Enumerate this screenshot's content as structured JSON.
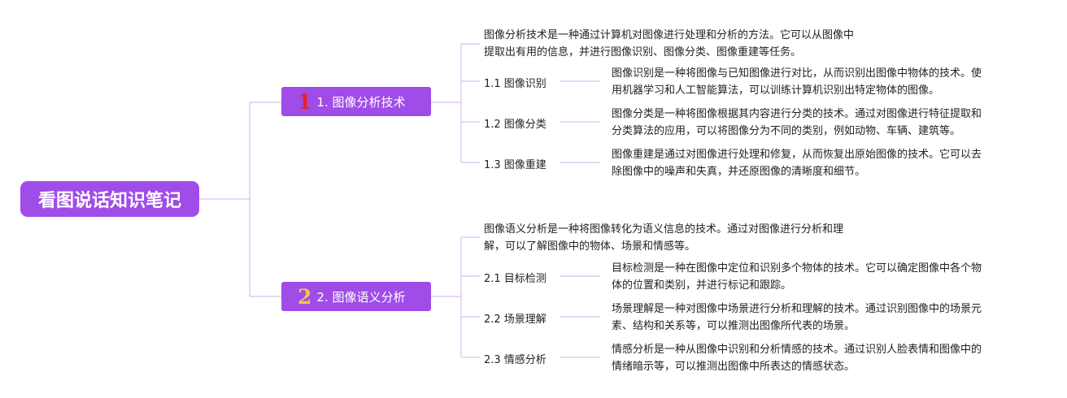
{
  "root": {
    "label": "看图说话知识笔记"
  },
  "branches": [
    {
      "number": "1",
      "label": "1. 图像分析技术",
      "intro_line1": "图像分析技术是一种通过计算机对图像进行处理和分析的方法。它可以从图像中",
      "intro_line2": "提取出有用的信息，并进行图像识别、图像分类、图像重建等任务。",
      "children": [
        {
          "label": "1.1 图像识别",
          "desc_line1": "图像识别是一种将图像与已知图像进行对比，从而识别出图像中物体的技术。使",
          "desc_line2": "用机器学习和人工智能算法，可以训练计算机识别出特定物体的图像。"
        },
        {
          "label": "1.2 图像分类",
          "desc_line1": "图像分类是一种将图像根据其内容进行分类的技术。通过对图像进行特征提取和",
          "desc_line2": "分类算法的应用，可以将图像分为不同的类别，例如动物、车辆、建筑等。"
        },
        {
          "label": "1.3 图像重建",
          "desc_line1": "图像重建是通过对图像进行处理和修复，从而恢复出原始图像的技术。它可以去",
          "desc_line2": "除图像中的噪声和失真，并还原图像的清晰度和细节。"
        }
      ]
    },
    {
      "number": "2",
      "label": "2. 图像语义分析",
      "intro_line1": "图像语义分析是一种将图像转化为语义信息的技术。通过对图像进行分析和理",
      "intro_line2": "解，可以了解图像中的物体、场景和情感等。",
      "children": [
        {
          "label": "2.1 目标检测",
          "desc_line1": "目标检测是一种在图像中定位和识别多个物体的技术。它可以确定图像中各个物",
          "desc_line2": "体的位置和类别，并进行标记和跟踪。"
        },
        {
          "label": "2.2 场景理解",
          "desc_line1": "场景理解是一种对图像中场景进行分析和理解的技术。通过识别图像中的场景元",
          "desc_line2": "素、结构和关系等，可以推测出图像所代表的场景。"
        },
        {
          "label": "2.3 情感分析",
          "desc_line1": "情感分析是一种从图像中识别和分析情感的技术。通过识别人脸表情和图像中的",
          "desc_line2": "情绪暗示等，可以推测出图像中所表达的情感状态。"
        }
      ]
    }
  ],
  "colors": {
    "node": "#a04ce8",
    "line": "#d9bdf2",
    "num1": "#e2232d",
    "num2": "#f5c44a"
  }
}
